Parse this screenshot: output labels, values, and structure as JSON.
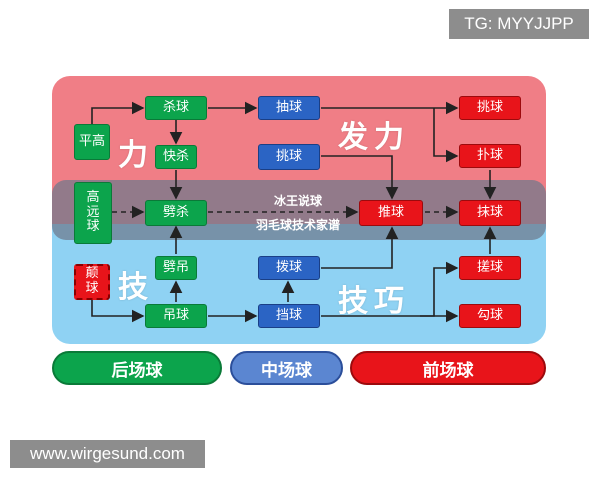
{
  "watermark_top": "TG: MYYJJPP",
  "watermark_bottom": "www.wirgesund.com",
  "sections": {
    "power_label": "力",
    "power_label_right": "发力",
    "skill_label": "技",
    "skill_label_right": "技巧"
  },
  "middle_text": {
    "line1": "冰王说球",
    "line2": "羽毛球技术家谱"
  },
  "nodes": {
    "pinggao": "平高",
    "gaoyuan": "高远球",
    "dianqiu": "颠球",
    "shaqiu": "杀球",
    "kuaisha": "快杀",
    "pisha": "劈杀",
    "pidiao": "劈吊",
    "diaoqiu": "吊球",
    "chouqiu": "抽球",
    "tiaoqiu_mid": "挑球",
    "boqiu": "拨球",
    "dangqiu": "挡球",
    "tuiqiu": "推球",
    "tiaoqiu_front": "挑球",
    "puqiu": "扑球",
    "moqiu": "抹球",
    "cuoqiu": "搓球",
    "gouqiu": "勾球"
  },
  "categories": {
    "back": "后场球",
    "mid": "中场球",
    "front": "前场球"
  },
  "colors": {
    "power_panel": "#f07e86",
    "skill_panel": "#8fd2f3",
    "back_court": "#0ca44c",
    "mid_court": "#2b64c4",
    "front_court": "#e8141a"
  }
}
